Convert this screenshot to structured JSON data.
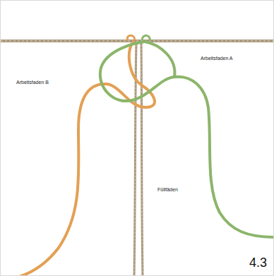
{
  "diagram": {
    "labels": [
      "Arbeitsfaden B",
      "Arbeitsfaden A",
      "Füllfäden",
      "4.3"
    ]
  }
}
